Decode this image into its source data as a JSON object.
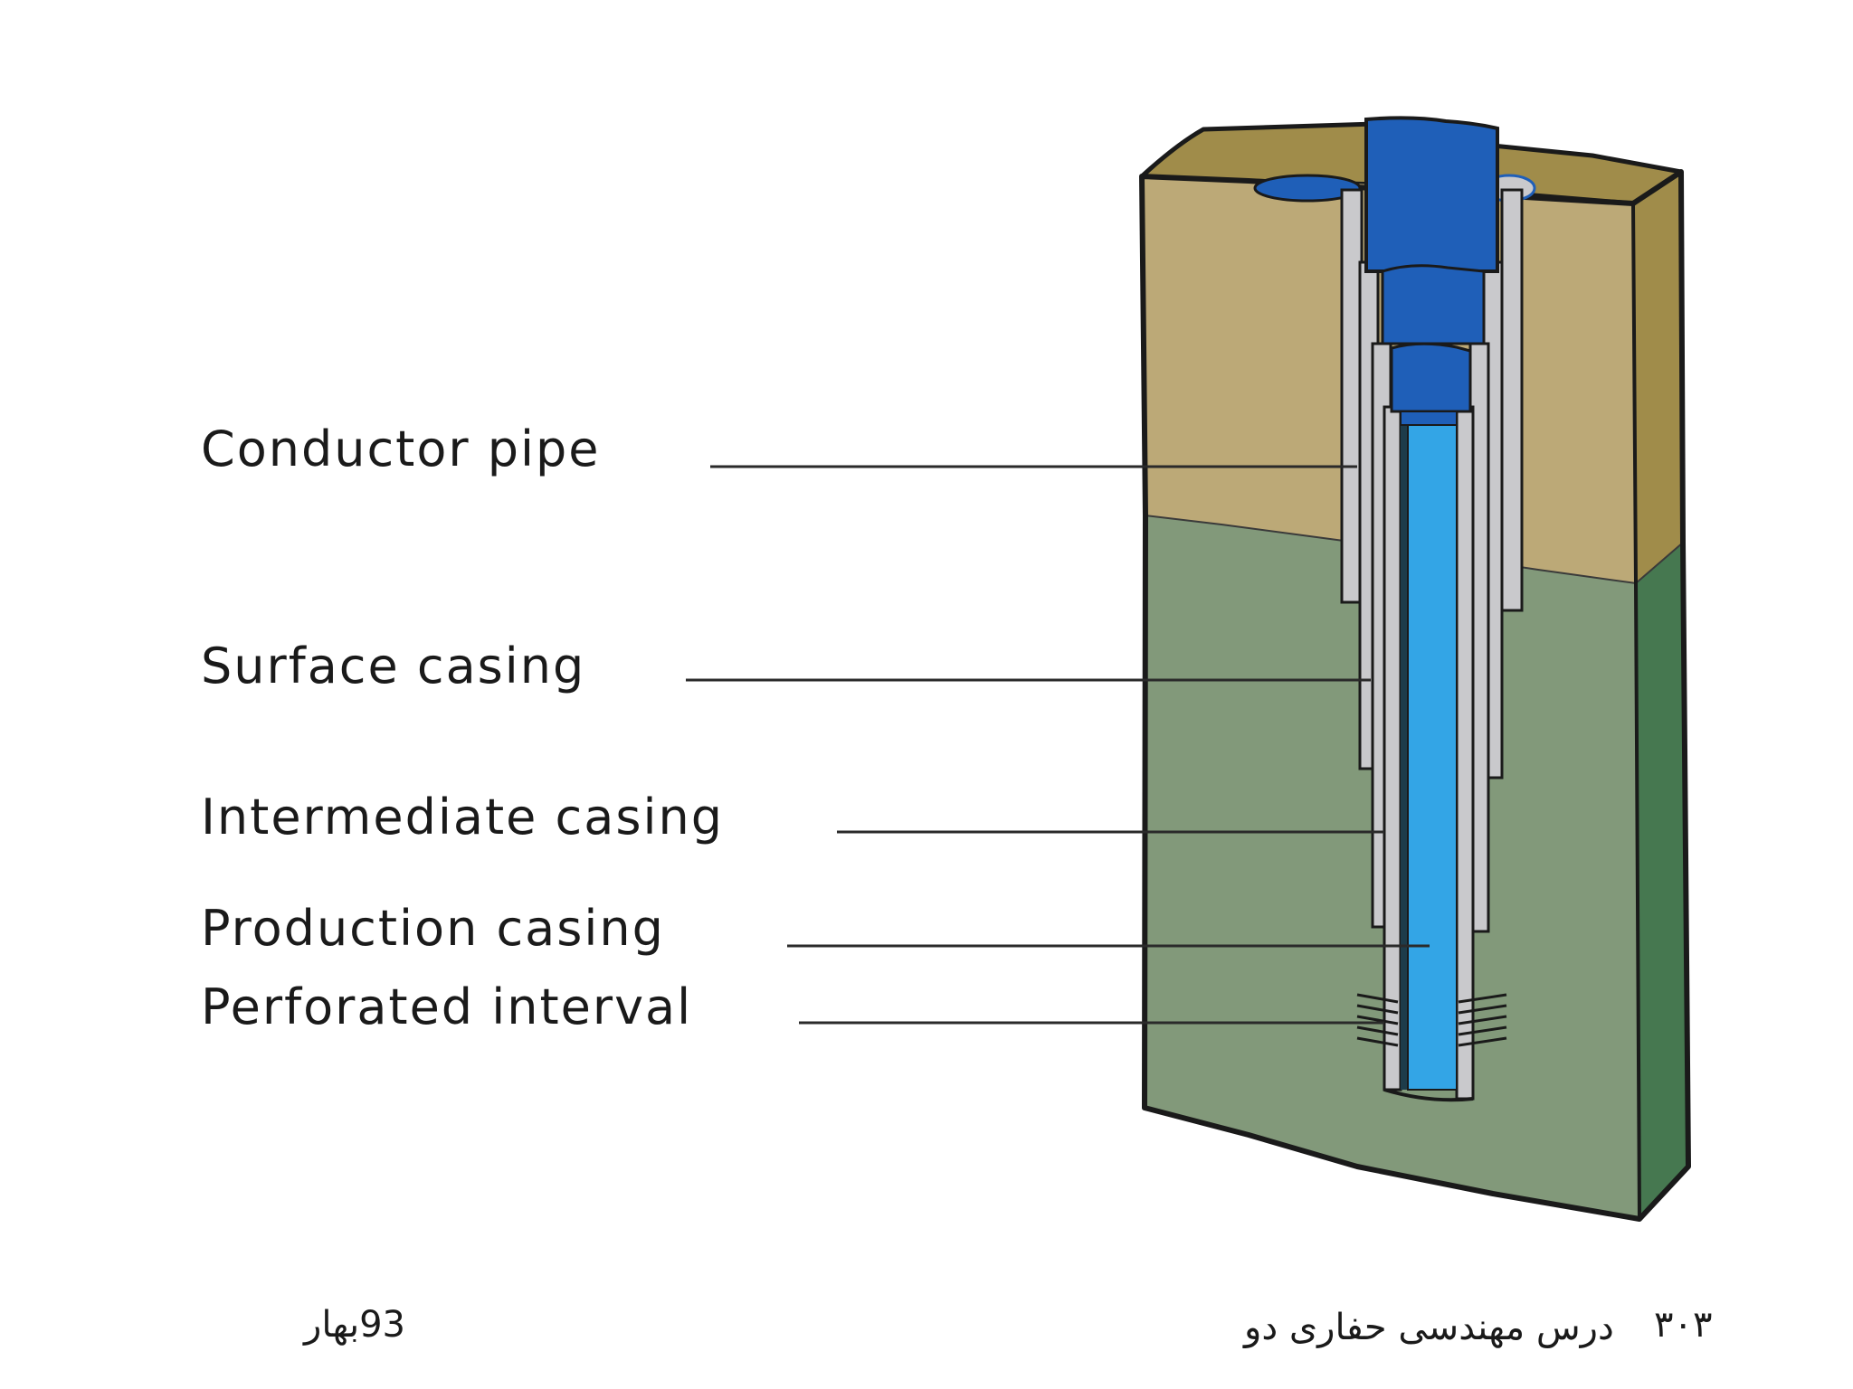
{
  "labels": [
    "Conductor pipe",
    "Surface casing",
    "Intermediate casing",
    "Production casing",
    "Perforated interval"
  ],
  "footer": {
    "season": "93بهار",
    "course": "درس مهندسی حفاری دو",
    "page_number": "۳۰۳"
  },
  "colors": {
    "top_soil": "#bca977",
    "top_soil_dark": "#a08c4a",
    "lower_rock": "#82997a",
    "lower_rock_side": "#467850",
    "conductor_blue": "#1f5fb8",
    "production_blue": "#33a5e6",
    "casing_gray": "#c9c9cc",
    "outline": "#1a1a1a"
  }
}
